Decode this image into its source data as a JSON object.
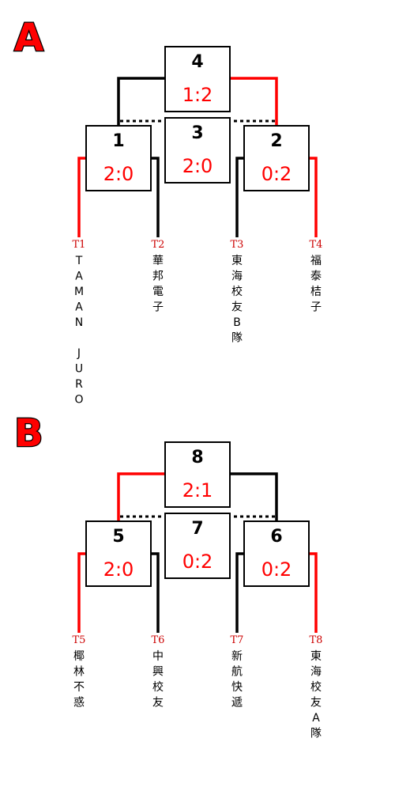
{
  "groups": [
    {
      "letter": "A",
      "matches": [
        {
          "num": "4",
          "score": "1:2"
        },
        {
          "num": "3",
          "score": "2:0"
        },
        {
          "num": "1",
          "score": "2:0"
        },
        {
          "num": "2",
          "score": "0:2"
        }
      ],
      "teams": [
        {
          "seed": "T1",
          "name": "TAMAN JURO",
          "winner": true
        },
        {
          "seed": "T2",
          "name": "華邦電子",
          "winner": false
        },
        {
          "seed": "T3",
          "name": "東海校友B隊",
          "winner": false
        },
        {
          "seed": "T4",
          "name": "福泰桔子",
          "winner": true
        }
      ],
      "final_winner_side": "right"
    },
    {
      "letter": "B",
      "matches": [
        {
          "num": "8",
          "score": "2:1"
        },
        {
          "num": "7",
          "score": "0:2"
        },
        {
          "num": "5",
          "score": "2:0"
        },
        {
          "num": "6",
          "score": "0:2"
        }
      ],
      "teams": [
        {
          "seed": "T5",
          "name": "椰林不惑",
          "winner": true
        },
        {
          "seed": "T6",
          "name": "中興校友",
          "winner": false
        },
        {
          "seed": "T7",
          "name": "新航快遞",
          "winner": false
        },
        {
          "seed": "T8",
          "name": "東海校友A隊",
          "winner": true
        }
      ],
      "final_winner_side": "left"
    }
  ]
}
